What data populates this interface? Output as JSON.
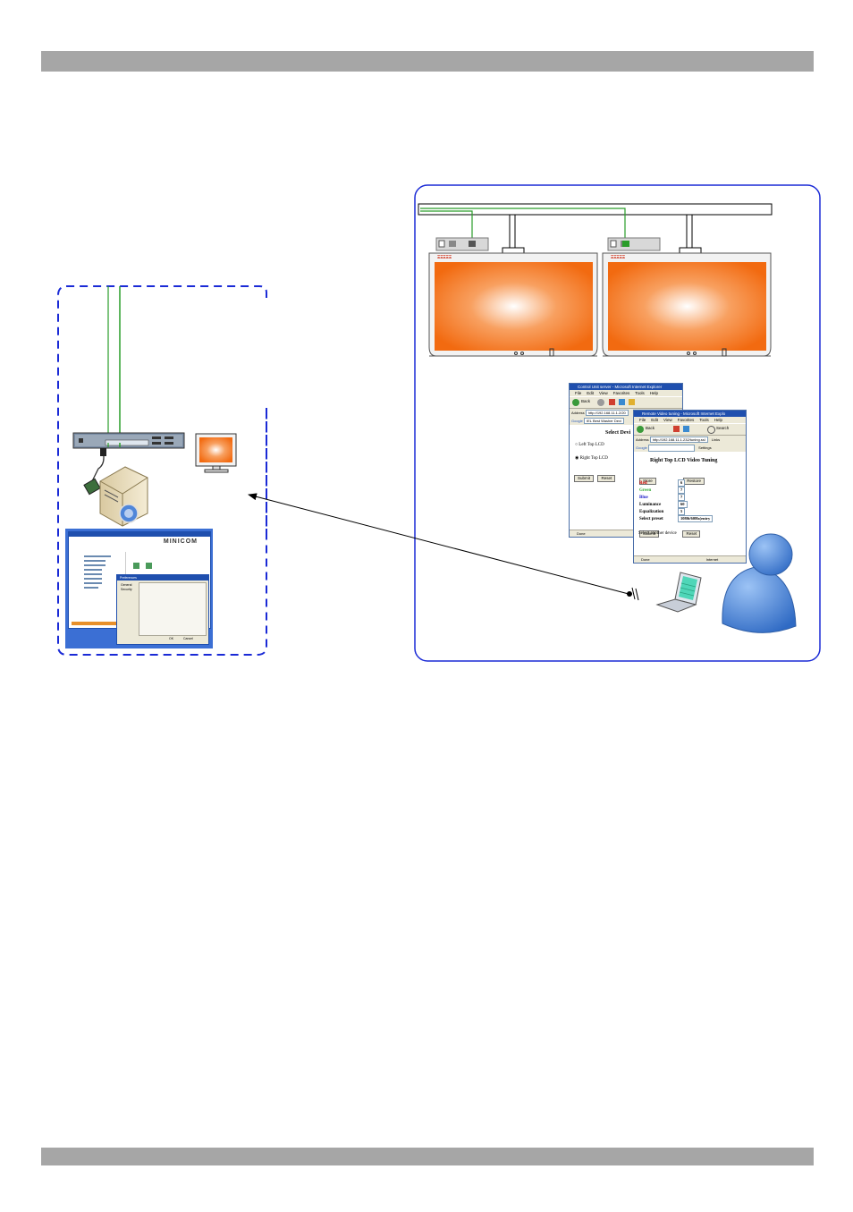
{
  "diagram": {
    "monitor_brand": "ΞΞΞΞΞ",
    "window_left": {
      "title": "Control Unit server - Microsoft Internet Explorer",
      "menu": [
        "File",
        "Edit",
        "View",
        "Favorites",
        "Tools",
        "Help"
      ],
      "back_label": "Back",
      "address_label": "Address",
      "address_value": "http://192.168.11.1.2/20",
      "google_label": "Google",
      "google_value": "IEL Best Washer Devi",
      "heading": "Select Devi",
      "option_left": "Left Top LCD",
      "option_right": "Right Top LCD",
      "submit": "Submit",
      "reset": "Reset",
      "status": "Done"
    },
    "window_right": {
      "title": "Remote Video tuning - Microsoft Internet Explo",
      "menu": [
        "File",
        "Edit",
        "View",
        "Favorites",
        "Tools",
        "Help"
      ],
      "back_label": "Back",
      "search_label": "Search",
      "address_label": "Address",
      "address_value": "http://192.168.11.1.232/tuning.ssl",
      "links_label": "Links",
      "google_label": "Google",
      "settings_label": "Settings",
      "heading": "Right Top LCD Video Tuning",
      "store": "Store",
      "restore": "Restore",
      "rows": [
        {
          "label": "Red",
          "value": "6",
          "color": "#cc0000"
        },
        {
          "label": "Green",
          "value": "7",
          "color": "#33aa33"
        },
        {
          "label": "Blue",
          "value": "7",
          "color": "#1a1ac8"
        },
        {
          "label": "Luminance",
          "value": "60",
          "color": "#000000"
        },
        {
          "label": "Equalization",
          "value": "5",
          "color": "#000000"
        }
      ],
      "preset_label": "Select preset",
      "preset_value": "1080i/60Hz(entry",
      "submit": "Submit",
      "reset": "Reset",
      "select_another": "Select another device",
      "status_left": "Done",
      "status_right": "Internet"
    },
    "desktop_window": {
      "brand": "MINICOM",
      "dialog_title": "Preferences",
      "dialog_items": [
        "General",
        "Security"
      ],
      "ok_label": "OK",
      "cancel_label": "Cancel"
    },
    "colors": {
      "header_bar": "#a6a6a6",
      "lan_line": "#2a9d2a",
      "dashed_border": "#1a2ad6",
      "group_border": "#1a2ad6",
      "screen_orange": "#f26a10",
      "person_blue": "#4f86d9"
    }
  }
}
